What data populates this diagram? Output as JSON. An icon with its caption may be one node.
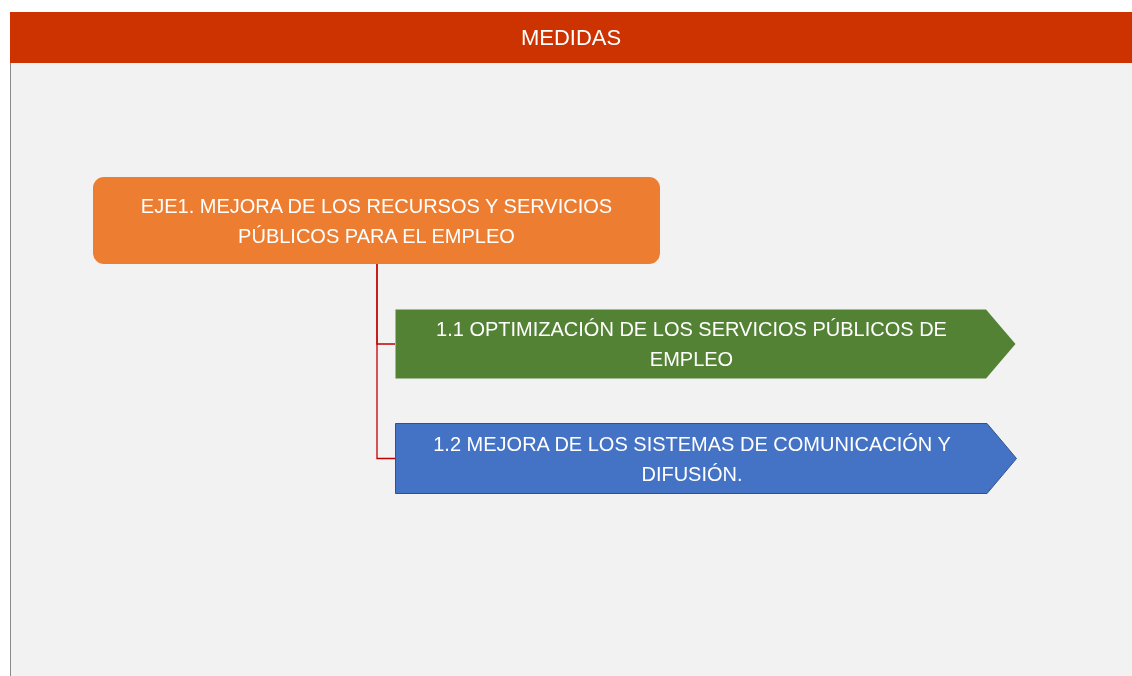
{
  "diagram": {
    "title": "MEDIDAS",
    "nodes": [
      {
        "text": [
          "EJE1. MEJORA DE LOS RECURSOS Y SERVICIOS PÚBLICOS PARA EL EMPLEO"
        ]
      },
      {
        "text": [
          "1.1 OPTIMIZACIÓN DE LOS SERVICIOS PÚBLICOS DE EMPLEO"
        ]
      },
      {
        "text": [
          "1.2 MEJORA DE LOS SISTEMAS DE COMUNICACIÓN Y DIFUSIÓN."
        ]
      }
    ],
    "edges": [
      {
        "from": 0,
        "to": 1,
        "arrow": "none"
      },
      {
        "from": 0,
        "to": 2,
        "arrow": "none"
      }
    ]
  }
}
